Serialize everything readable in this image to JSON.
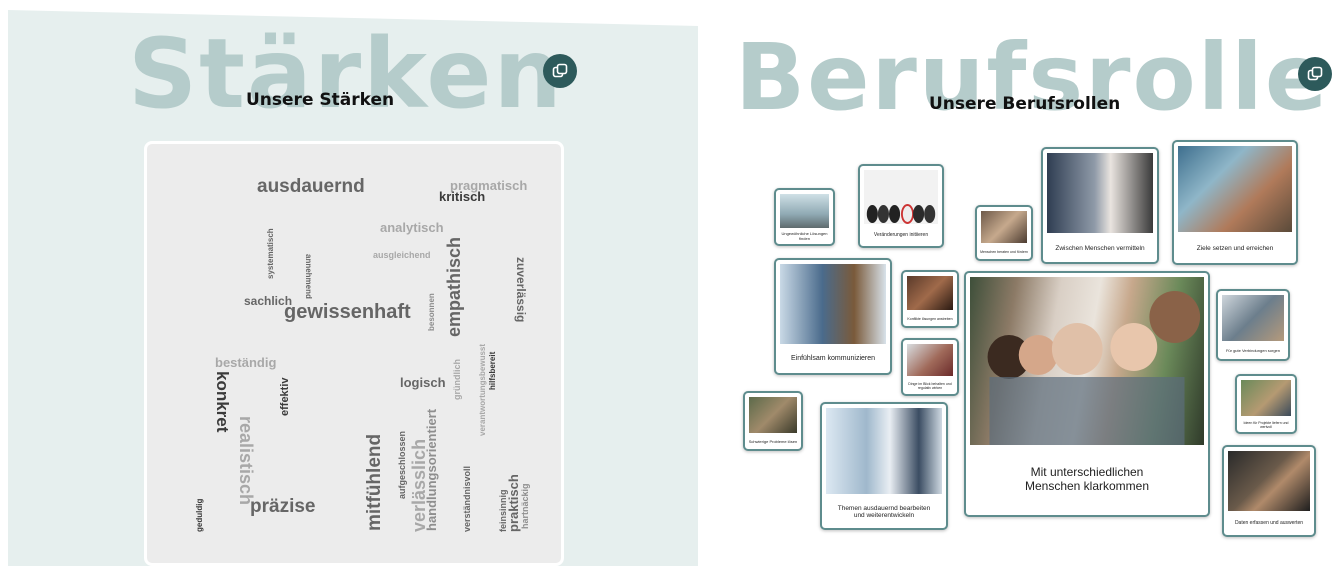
{
  "strengths": {
    "background_word": "Stärken",
    "title": "Unsere Stärken",
    "words": {
      "ausdauernd": "ausdauernd",
      "pragmatisch": "pragmatisch",
      "kritisch": "kritisch",
      "analytisch": "analytisch",
      "systematisch": "systematisch",
      "ausgleichend": "ausgleichend",
      "empathisch": "empathisch",
      "zuverlaessig": "zuverlässig",
      "annehmend": "annehmend",
      "sachlich": "sachlich",
      "gewissenhaft": "gewissenhaft",
      "besonnen": "besonnen",
      "verantwortungsbewusst": "verantwortungsbewusst",
      "hilfsbereit": "hilfsbereit",
      "bestaendig": "beständig",
      "effektiv": "effektiv",
      "konkret": "konkret",
      "logisch": "logisch",
      "gruendlich": "gründlich",
      "realistisch": "realistisch",
      "mitfuehlend": "mitfühlend",
      "aufgeschlossen": "aufgeschlossen",
      "verlaesslich": "verlässlich",
      "handlungsorientiert": "handlungsorientiert",
      "verstaendnisvoll": "verständnisvoll",
      "praezise": "präzise",
      "geduldig": "geduldig",
      "feinsinnig": "feinsinnig",
      "praktisch": "praktisch",
      "hartnaeckig": "hartnäckig"
    }
  },
  "roles": {
    "background_word": "Berufsrollen",
    "title": "Unsere Berufsrollen",
    "cards": {
      "ungewoehnliche_loesungen": "Ungewöhnliche Lösungen finden",
      "veraenderungen": "Veränderungen initiieren",
      "menschen_beraten": "Menschen beraten und fördern",
      "vermitteln": "Zwischen Menschen vermitteln",
      "ziele": "Ziele setzen und erreichen",
      "einfuehlsam": "Einfühlsam kommunizieren",
      "konflikte": "Konflikte lösungen anstreben",
      "unterschiedliche_line1": "Mit unterschiedlichen",
      "unterschiedliche_line2": "Menschen klarkommen",
      "verbindungen": "Für gute Verbindungen sorgen",
      "dinge_im_blick": "Dinge im Blick behalten und regulativ wirken",
      "schwierige_probleme": "Schwierige Probleme lösen",
      "themen_line1": "Themen ausdauernd bearbeiten",
      "themen_line2": "und weiterentwickeln",
      "ideen_projekte": "Ideen für Projekte liefern und wertvoll",
      "daten": "Daten erfassen und auswerten"
    }
  },
  "colors": {
    "left_background": "#e6efee",
    "watermark": "#b5cccb",
    "accent": "#2d5a5b",
    "card_border": "#5e8c8d"
  },
  "icons": {
    "copy": "copy-icon"
  }
}
